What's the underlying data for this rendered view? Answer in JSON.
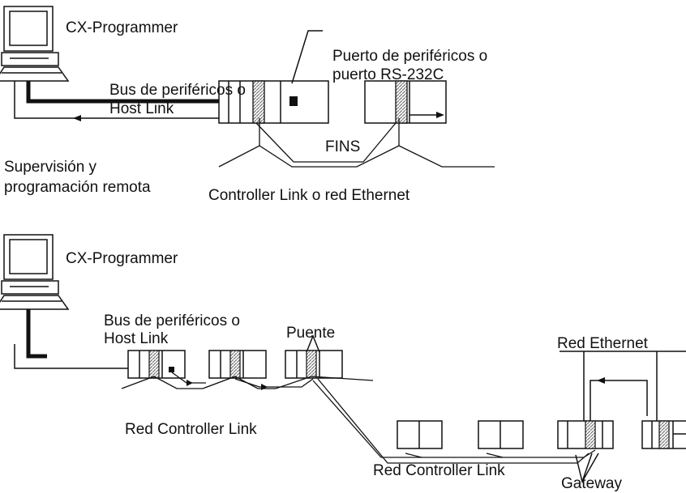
{
  "top": {
    "pc_label": "CX-Programmer",
    "port_label_1": "Puerto de periféricos o",
    "port_label_2": "puerto RS-232C",
    "bus_label_1": "Bus de periféricos o",
    "bus_label_2": "Host Link",
    "fins_label": "FINS",
    "supervision_label_1": "Supervisión y",
    "supervision_label_2": "programación remota",
    "network_label": "Controller Link o red Ethernet"
  },
  "bottom": {
    "pc_label": "CX-Programmer",
    "bus_label_1": "Bus de periféricos o",
    "bus_label_2": "Host Link",
    "bridge_label": "Puente",
    "ethernet_label": "Red Ethernet",
    "network_label_1": "Red Controller Link",
    "network_label_2": "Red Controller Link",
    "gateway_label": "Gateway"
  },
  "colors": {
    "line": "#111111",
    "background": "#ffffff",
    "hatch": "#888888"
  }
}
